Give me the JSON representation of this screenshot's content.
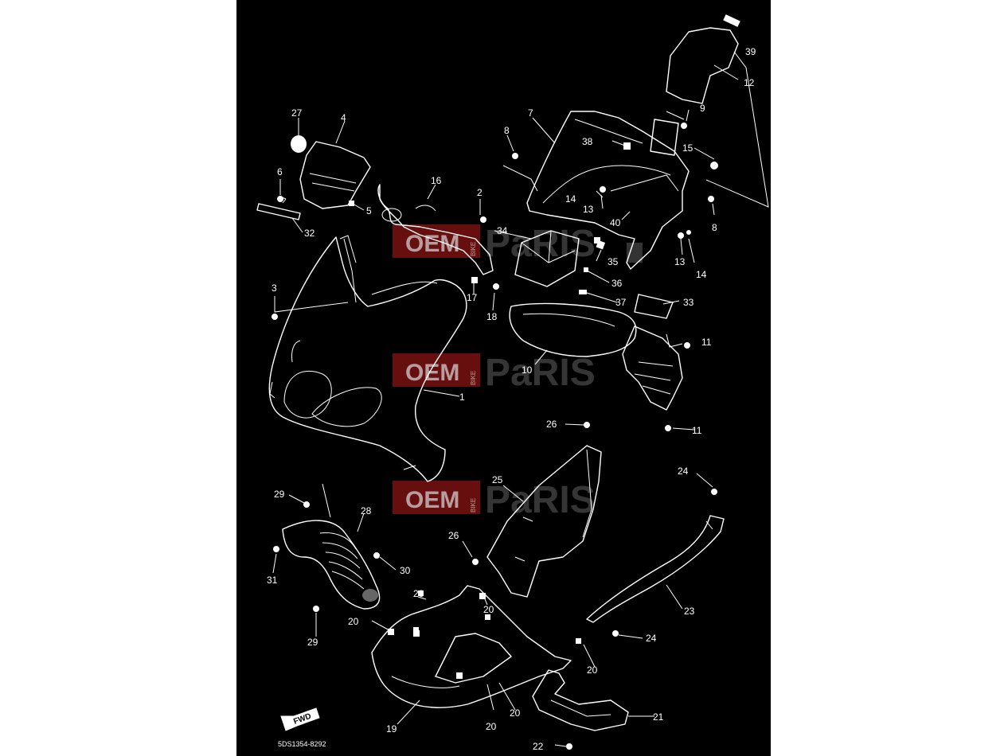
{
  "diagram": {
    "background": "#000000",
    "line_color": "#ffffff",
    "drawing_code": "5DS1354-8292",
    "fwd_label": "FWD",
    "watermark": {
      "left": "OEM",
      "middle": "BIKE",
      "right": "PaRIS",
      "box_color": "#8a1414"
    },
    "labels": [
      {
        "id": "p1",
        "text": "1"
      },
      {
        "id": "p2",
        "text": "2"
      },
      {
        "id": "p3",
        "text": "3"
      },
      {
        "id": "p4",
        "text": "4"
      },
      {
        "id": "p5",
        "text": "5"
      },
      {
        "id": "p6",
        "text": "6"
      },
      {
        "id": "p7",
        "text": "7"
      },
      {
        "id": "p8a",
        "text": "8"
      },
      {
        "id": "p8b",
        "text": "8"
      },
      {
        "id": "p9",
        "text": "9"
      },
      {
        "id": "p10",
        "text": "10"
      },
      {
        "id": "p11a",
        "text": "11"
      },
      {
        "id": "p11b",
        "text": "11"
      },
      {
        "id": "p12",
        "text": "12"
      },
      {
        "id": "p13a",
        "text": "13"
      },
      {
        "id": "p13b",
        "text": "13"
      },
      {
        "id": "p14a",
        "text": "14"
      },
      {
        "id": "p14b",
        "text": "14"
      },
      {
        "id": "p15",
        "text": "15"
      },
      {
        "id": "p16",
        "text": "16"
      },
      {
        "id": "p17",
        "text": "17"
      },
      {
        "id": "p18",
        "text": "18"
      },
      {
        "id": "p19",
        "text": "19"
      },
      {
        "id": "p20a",
        "text": "20"
      },
      {
        "id": "p20b",
        "text": "20"
      },
      {
        "id": "p20c",
        "text": "20"
      },
      {
        "id": "p20d",
        "text": "20"
      },
      {
        "id": "p20e",
        "text": "20"
      },
      {
        "id": "p20f",
        "text": "20"
      },
      {
        "id": "p21",
        "text": "21"
      },
      {
        "id": "p22",
        "text": "22"
      },
      {
        "id": "p23",
        "text": "23"
      },
      {
        "id": "p24a",
        "text": "24"
      },
      {
        "id": "p24b",
        "text": "24"
      },
      {
        "id": "p25",
        "text": "25"
      },
      {
        "id": "p26a",
        "text": "26"
      },
      {
        "id": "p26b",
        "text": "26"
      },
      {
        "id": "p27",
        "text": "27"
      },
      {
        "id": "p28",
        "text": "28"
      },
      {
        "id": "p29a",
        "text": "29"
      },
      {
        "id": "p29b",
        "text": "29"
      },
      {
        "id": "p30",
        "text": "30"
      },
      {
        "id": "p31",
        "text": "31"
      },
      {
        "id": "p32",
        "text": "32"
      },
      {
        "id": "p33",
        "text": "33"
      },
      {
        "id": "p34",
        "text": "34"
      },
      {
        "id": "p35",
        "text": "35"
      },
      {
        "id": "p36",
        "text": "36"
      },
      {
        "id": "p37",
        "text": "37"
      },
      {
        "id": "p38",
        "text": "38"
      },
      {
        "id": "p39",
        "text": "39"
      },
      {
        "id": "p40",
        "text": "40"
      }
    ]
  }
}
